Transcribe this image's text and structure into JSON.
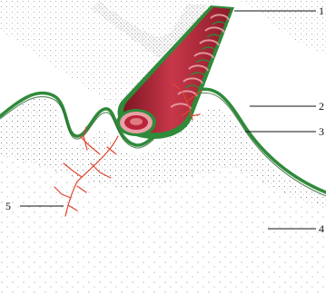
{
  "figure": {
    "labels": [
      "1",
      "2",
      "3",
      "4",
      "5"
    ]
  },
  "colors": {
    "vessel_red": "#b8253a",
    "vessel_pink": "#e9a0a5",
    "membrane_green": "#2f8a3a",
    "dark_green": "#1f5c27",
    "nerve_red": "#e0452f",
    "stipple": "#555555",
    "line": "#111111"
  }
}
